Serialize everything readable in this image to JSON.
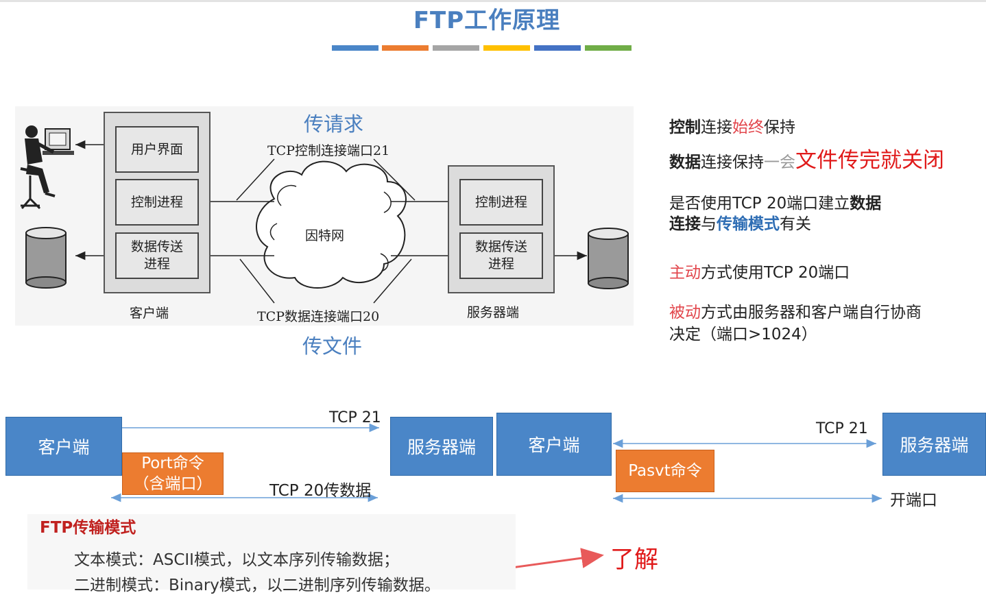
{
  "title": "FTP工作原理",
  "title_stripes": [
    "#4a86c8",
    "#ec7c30",
    "#a5a5a5",
    "#ffc000",
    "#4472c4",
    "#70ad47"
  ],
  "diagram": {
    "client_boxes": {
      "ui": "用户界面",
      "control": "控制进程",
      "data_line1": "数据传送",
      "data_line2": "进程"
    },
    "server_boxes": {
      "control": "控制进程",
      "data_line1": "数据传送",
      "data_line2": "进程"
    },
    "client_label": "客户端",
    "server_label": "服务器端",
    "internet_label": "因特网",
    "tcp_control_label": "TCP控制连接端口21",
    "tcp_data_label": "TCP数据连接端口20",
    "transfer_request": "传请求",
    "transfer_file": "传文件"
  },
  "notes": {
    "line1": {
      "a": "控制",
      "b": "连接",
      "c": "始终",
      "d": "保持"
    },
    "line2": {
      "a": "数据",
      "b": "连接保持",
      "c": "一会",
      "d": "文件传完就关闭"
    },
    "line3": {
      "a": "是否使用TCP 20端口建立",
      "b": "数据"
    },
    "line4": {
      "a": "连接",
      "b": "与",
      "c": "传输模式",
      "d": "有关"
    },
    "line5": {
      "a": "主动",
      "b": "方式使用TCP 20端口"
    },
    "line6": {
      "a": "被动",
      "b": "方式由服务器和客户端自行协商"
    },
    "line7": "决定（端口>1024）"
  },
  "active_flow": {
    "client": "客户端",
    "server": "服务器端",
    "tcp21": "TCP 21",
    "port_cmd_line1": "Port命令",
    "port_cmd_line2": "（含端口）",
    "tcp20": "TCP 20传数据"
  },
  "passive_flow": {
    "client": "客户端",
    "server": "服务器端",
    "tcp21": "TCP 21",
    "pasv_cmd": "Pasvt命令",
    "open_port": "开端口"
  },
  "modes": {
    "title": "FTP传输模式",
    "text_mode": "文本模式：ASCII模式，以文本序列传输数据；",
    "binary_mode": "二进制模式：Binary模式，以二进制序列传输数据。",
    "annotation": "了解"
  }
}
